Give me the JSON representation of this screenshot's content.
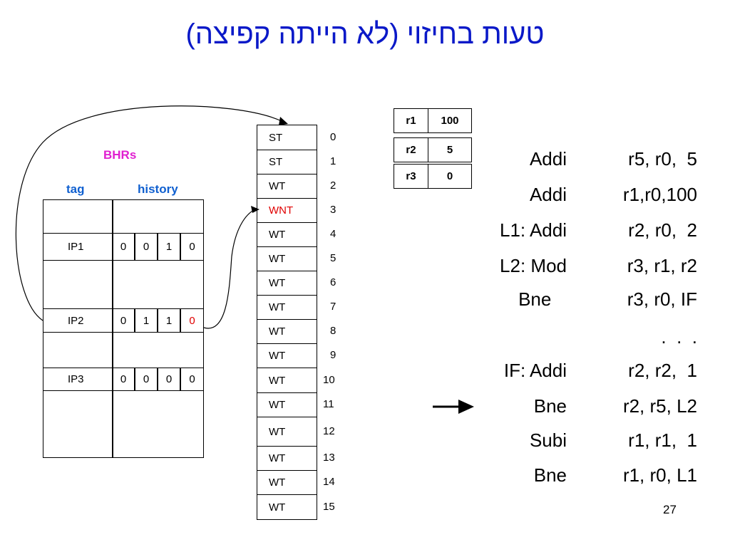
{
  "title": "טעות בחיזוי (לא הייתה קפיצה)",
  "bhr": {
    "title": "BHRs",
    "col_tag": "tag",
    "col_history": "history",
    "rows": [
      {
        "tag": "IP1",
        "bits": [
          "0",
          "0",
          "1",
          "0"
        ],
        "highlight_last": false
      },
      {
        "tag": "IP2",
        "bits": [
          "0",
          "1",
          "1",
          "0"
        ],
        "highlight_last": true
      },
      {
        "tag": "IP3",
        "bits": [
          "0",
          "0",
          "0",
          "0"
        ],
        "highlight_last": false
      }
    ]
  },
  "pattern_table": {
    "entries": [
      "ST",
      "ST",
      "WT",
      "WNT",
      "WT",
      "WT",
      "WT",
      "WT",
      "WT",
      "WT",
      "WT",
      "WT",
      "WT",
      "WT",
      "WT",
      "WT"
    ],
    "indices": [
      "0",
      "1",
      "2",
      "3",
      "4",
      "5",
      "6",
      "7",
      "8",
      "9",
      "10",
      "11",
      "12",
      "13",
      "14",
      "15"
    ],
    "highlight_index": 3
  },
  "registers": [
    {
      "name": "r1",
      "value": "100"
    },
    {
      "name": "r2",
      "value": "5"
    },
    {
      "name": "r3",
      "value": "0"
    }
  ],
  "code": [
    {
      "op": "Addi",
      "args": "r5, r0,  5"
    },
    {
      "op": "Addi",
      "args": "r1,r0,100"
    },
    {
      "op": "L1: Addi",
      "args": "r2, r0,  2"
    },
    {
      "op": "L2: Mod",
      "args": "r3, r1, r2"
    },
    {
      "op": "Bne   ",
      "args": "r3, r0, IF"
    },
    {
      "op": "",
      "args": ".  .  ."
    },
    {
      "op": "IF: Addi",
      "args": "r2, r2,  1"
    },
    {
      "op": "Bne",
      "args": "r2, r5, L2"
    },
    {
      "op": "Subi",
      "args": "r1, r1,  1"
    },
    {
      "op": "Bne",
      "args": "r1, r0, L1"
    }
  ],
  "current_line_index": 7,
  "page_number": "27",
  "colors": {
    "title": "#0a19c8",
    "bhrs": "#e020d0",
    "header": "#1060d0",
    "highlight": "#e00000"
  }
}
